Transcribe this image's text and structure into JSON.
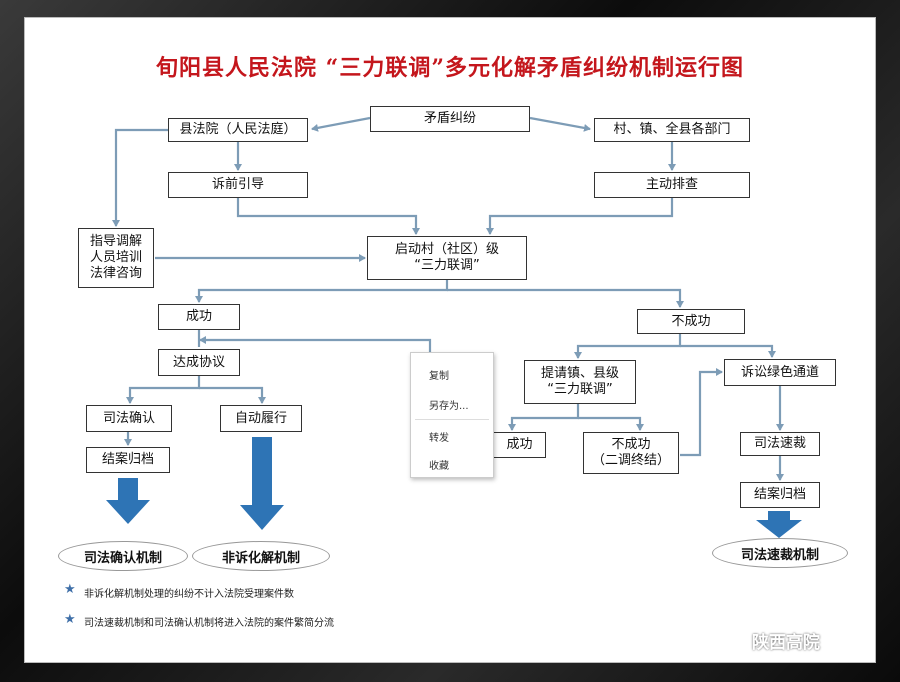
{
  "title": "旬阳县人民法院 “三力联调”多元化解矛盾纠纷机制运行图",
  "nodes": {
    "dispute": "矛盾纠纷",
    "court": "县法院（人民法庭）",
    "village_depts": "村、镇、全县各部门",
    "pre_litigation": "诉前引导",
    "active_check": "主动排查",
    "guidance": "指导调解\n人员培训\n法律咨询",
    "start_village": "启动村（社区）级\n“三力联调”",
    "success": "成功",
    "fail": "不成功",
    "agreement": "达成协议",
    "request_county": "提请镇、县级\n“三力联调”",
    "green_channel": "诉讼绿色通道",
    "judicial_confirm": "司法确认",
    "auto_perform": "自动履行",
    "success2": "成功",
    "fail2": "不成功\n（二调终结）",
    "close_archive_left": "结案归档",
    "judicial_ruling": "司法速裁",
    "close_archive_right": "结案归档"
  },
  "mechanisms": {
    "confirm": "司法确认机制",
    "non_litigation": "非诉化解机制",
    "ruling": "司法速裁机制"
  },
  "context_menu": {
    "copy": "复制",
    "save_as": "另存为...",
    "forward": "转发",
    "favorite": "收藏"
  },
  "notes": [
    "非诉化解机制处理的纠纷不计入法院受理案件数",
    "司法速裁机制和司法确认机制将进入法院的案件繁简分流"
  ],
  "watermark": "陕西高院",
  "colors": {
    "title": "#c4161c",
    "arrow": "#7d9cb6",
    "big_arrow": "#2e74b5"
  }
}
